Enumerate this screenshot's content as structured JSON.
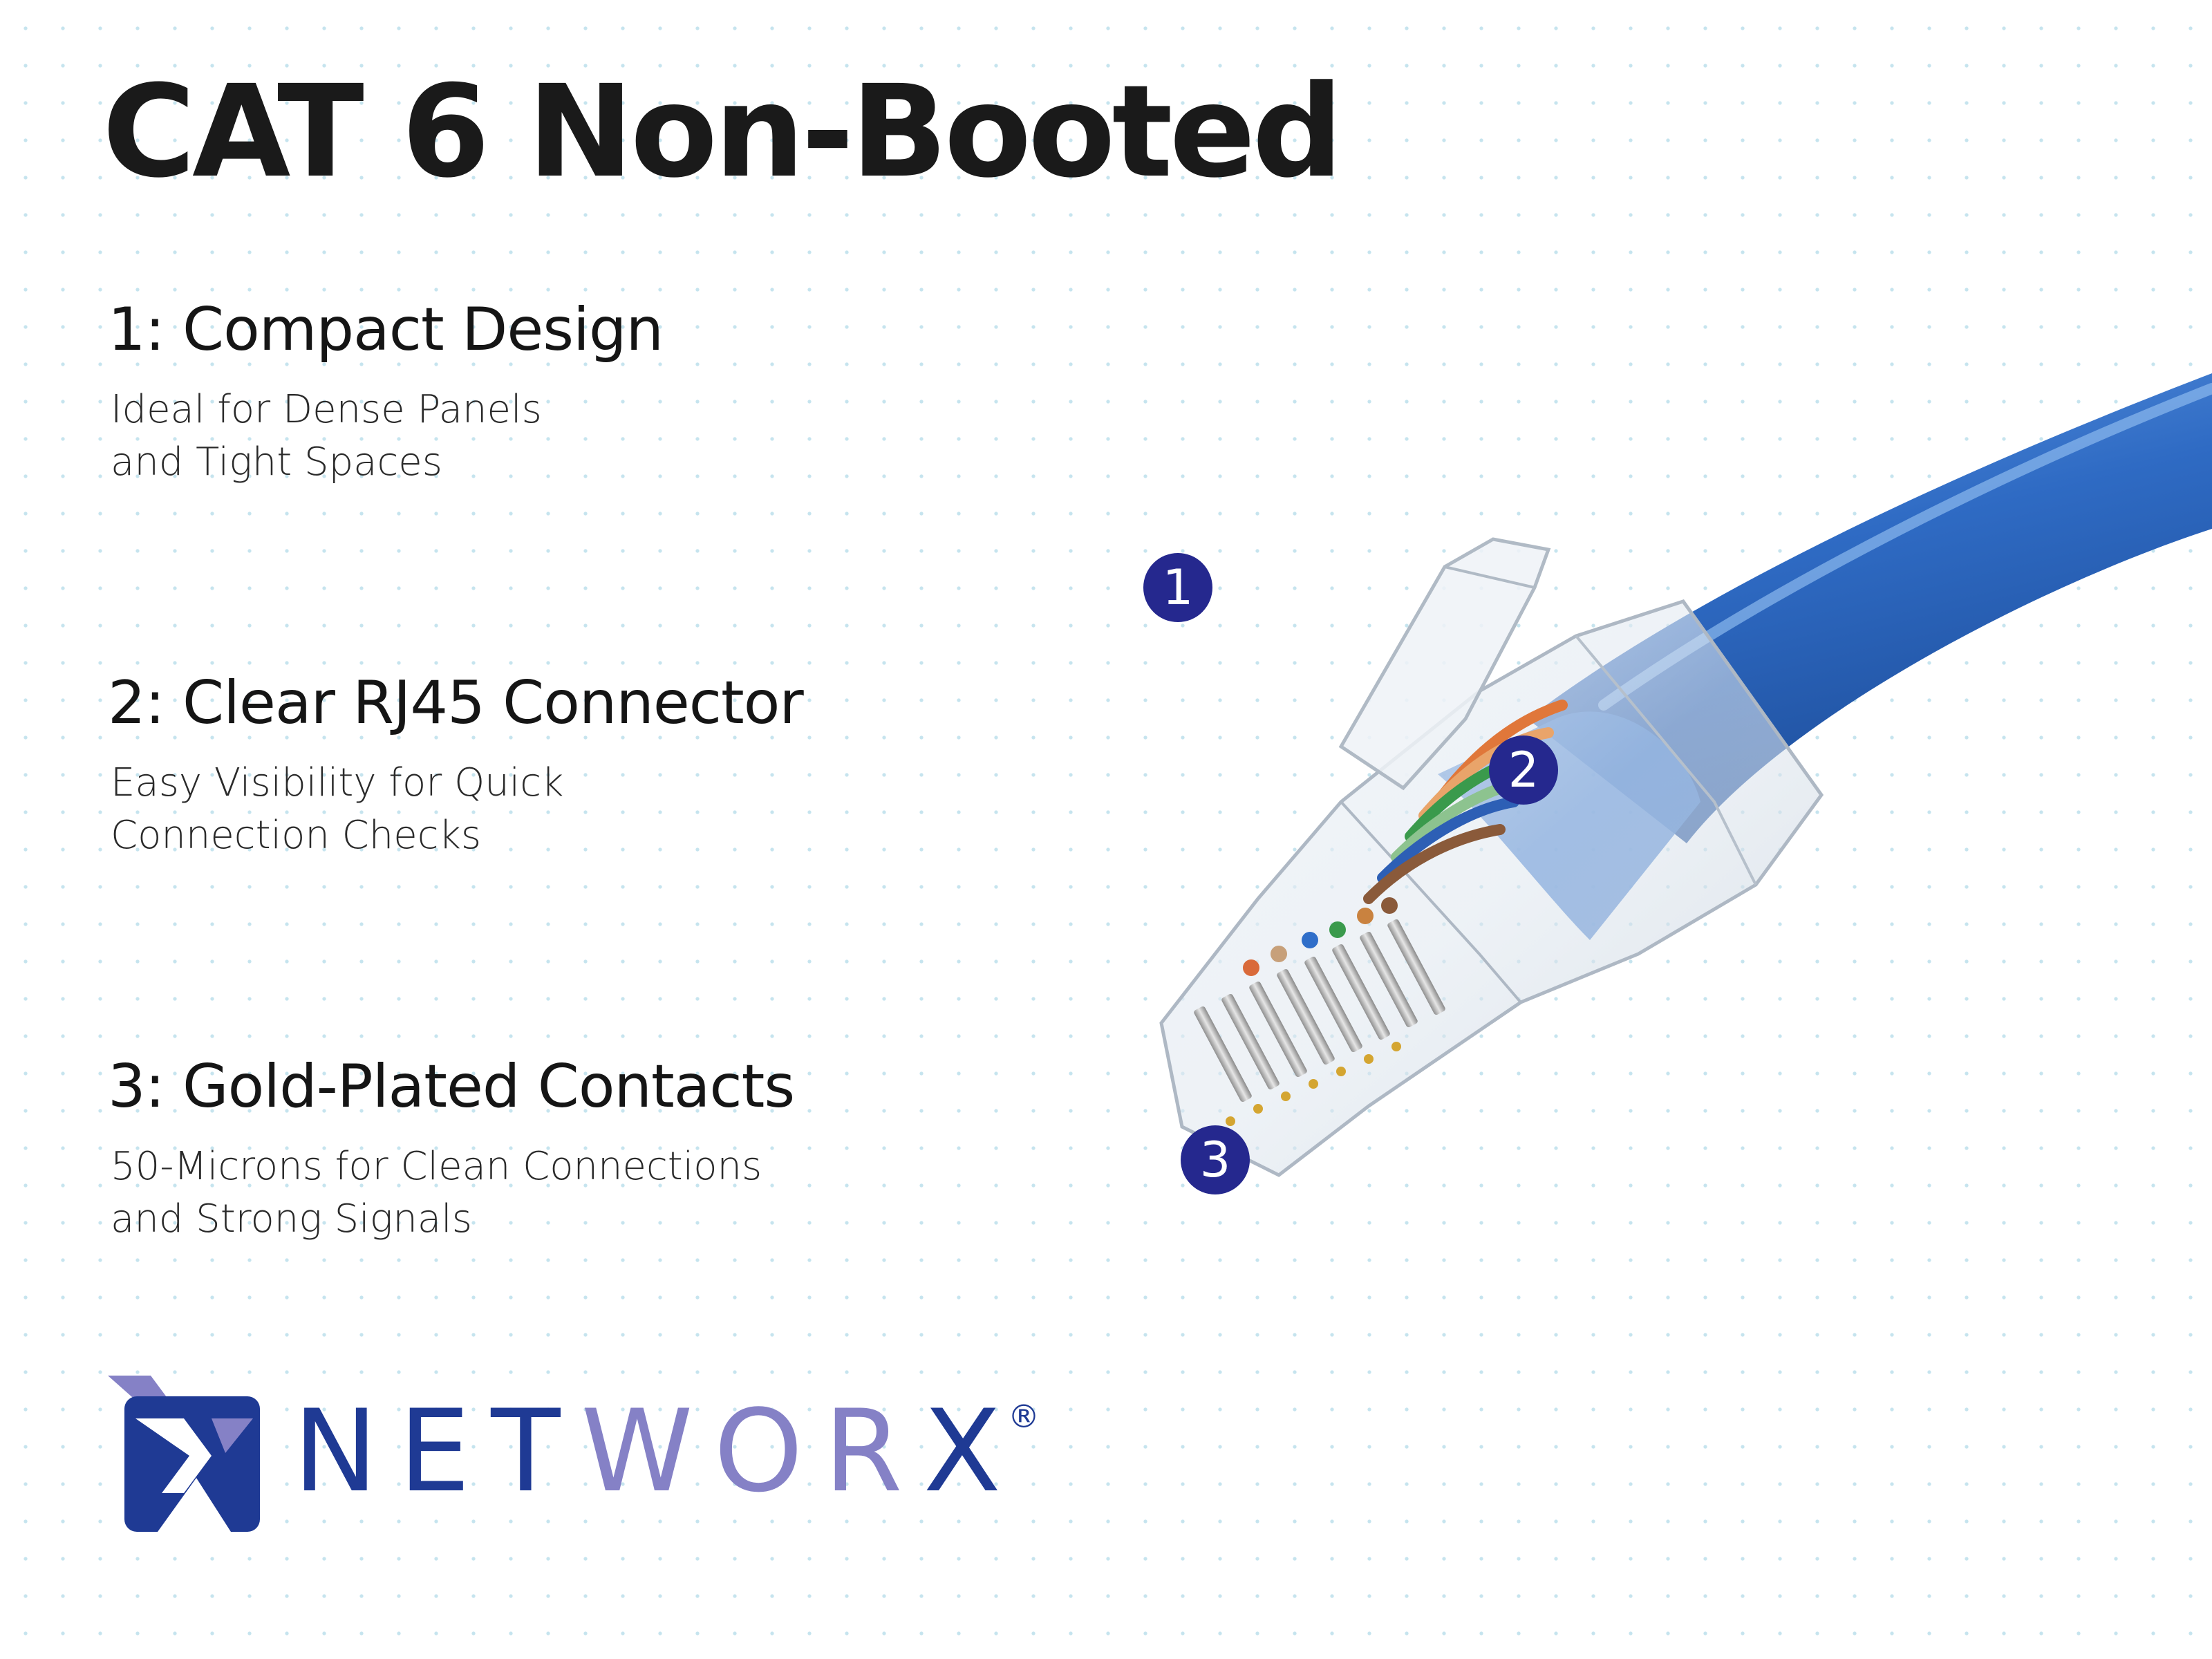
{
  "title": "CAT 6 Non-Booted",
  "features": [
    {
      "title": "1: Compact Design",
      "desc_lines": [
        "Ideal for Dense Panels",
        "and Tight Spaces"
      ]
    },
    {
      "title": "2: Clear RJ45 Connector",
      "desc_lines": [
        "Easy Visibility for Quick",
        "Connection Checks"
      ]
    },
    {
      "title": "3: Gold-Plated Contacts",
      "desc_lines": [
        "50-Microns for Clean Connections",
        "and Strong Signals"
      ]
    }
  ],
  "callouts": [
    "1",
    "2",
    "3"
  ],
  "brand": {
    "wordmark_dark": "NET",
    "wordmark_light": "WOR",
    "wordmark_x": "X",
    "registered": "®"
  },
  "colors": {
    "callout": "#25288e",
    "cable": "#2f6bc4",
    "brand_dark": "#1f3a94",
    "brand_light": "#8581c6",
    "background_dots": "#96cde1"
  },
  "image": {
    "subject": "blue-ethernet-cable-clear-rj45-connector"
  }
}
